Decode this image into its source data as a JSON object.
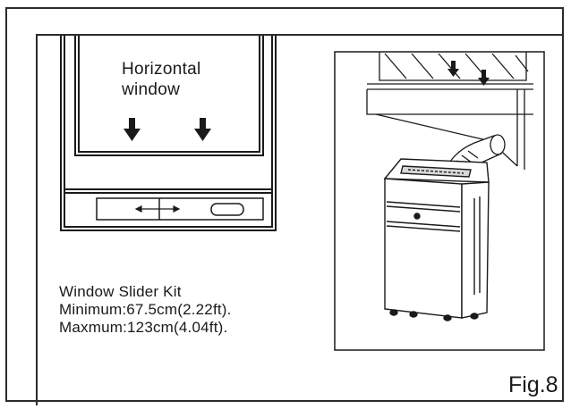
{
  "figure": {
    "label": "Fig.8",
    "left_panel": {
      "window_label_line1": "Horizontal",
      "window_label_line2": "window"
    },
    "kit_text": {
      "line1": "Window Slider Kit",
      "line2": "Minimum:67.5cm(2.22ft).",
      "line3": "Maxmum:123cm(4.04ft)."
    }
  },
  "icons": [
    "down-arrow-icon",
    "double-arrow-icon",
    "portable-air-conditioner-icon",
    "exhaust-hose-icon"
  ]
}
